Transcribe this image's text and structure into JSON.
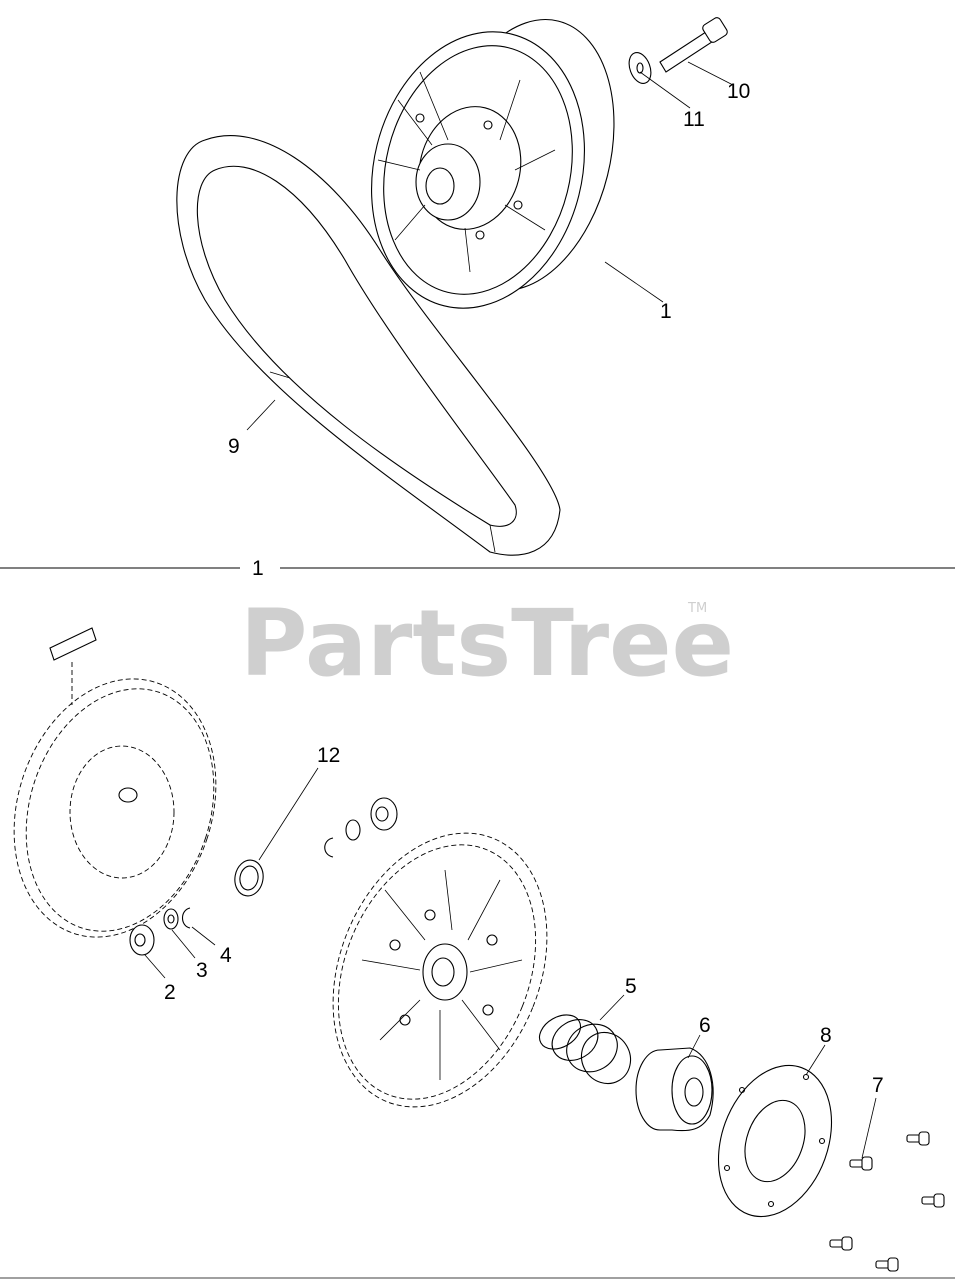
{
  "watermark": {
    "brand": "PartsTree",
    "trademark": "TM"
  },
  "section_divider": {
    "label": "1"
  },
  "callouts": {
    "pulley_assembly": "1",
    "spacer": "2",
    "washer": "3",
    "e_ring": "4",
    "spring": "5",
    "cam": "6",
    "screw": "7",
    "cover_plate": "8",
    "belt": "9",
    "bolt": "10",
    "flat_washer": "11",
    "seal_ring": "12"
  },
  "colors": {
    "line": "#000000",
    "background": "#ffffff",
    "watermark": "#cfcfcf"
  }
}
